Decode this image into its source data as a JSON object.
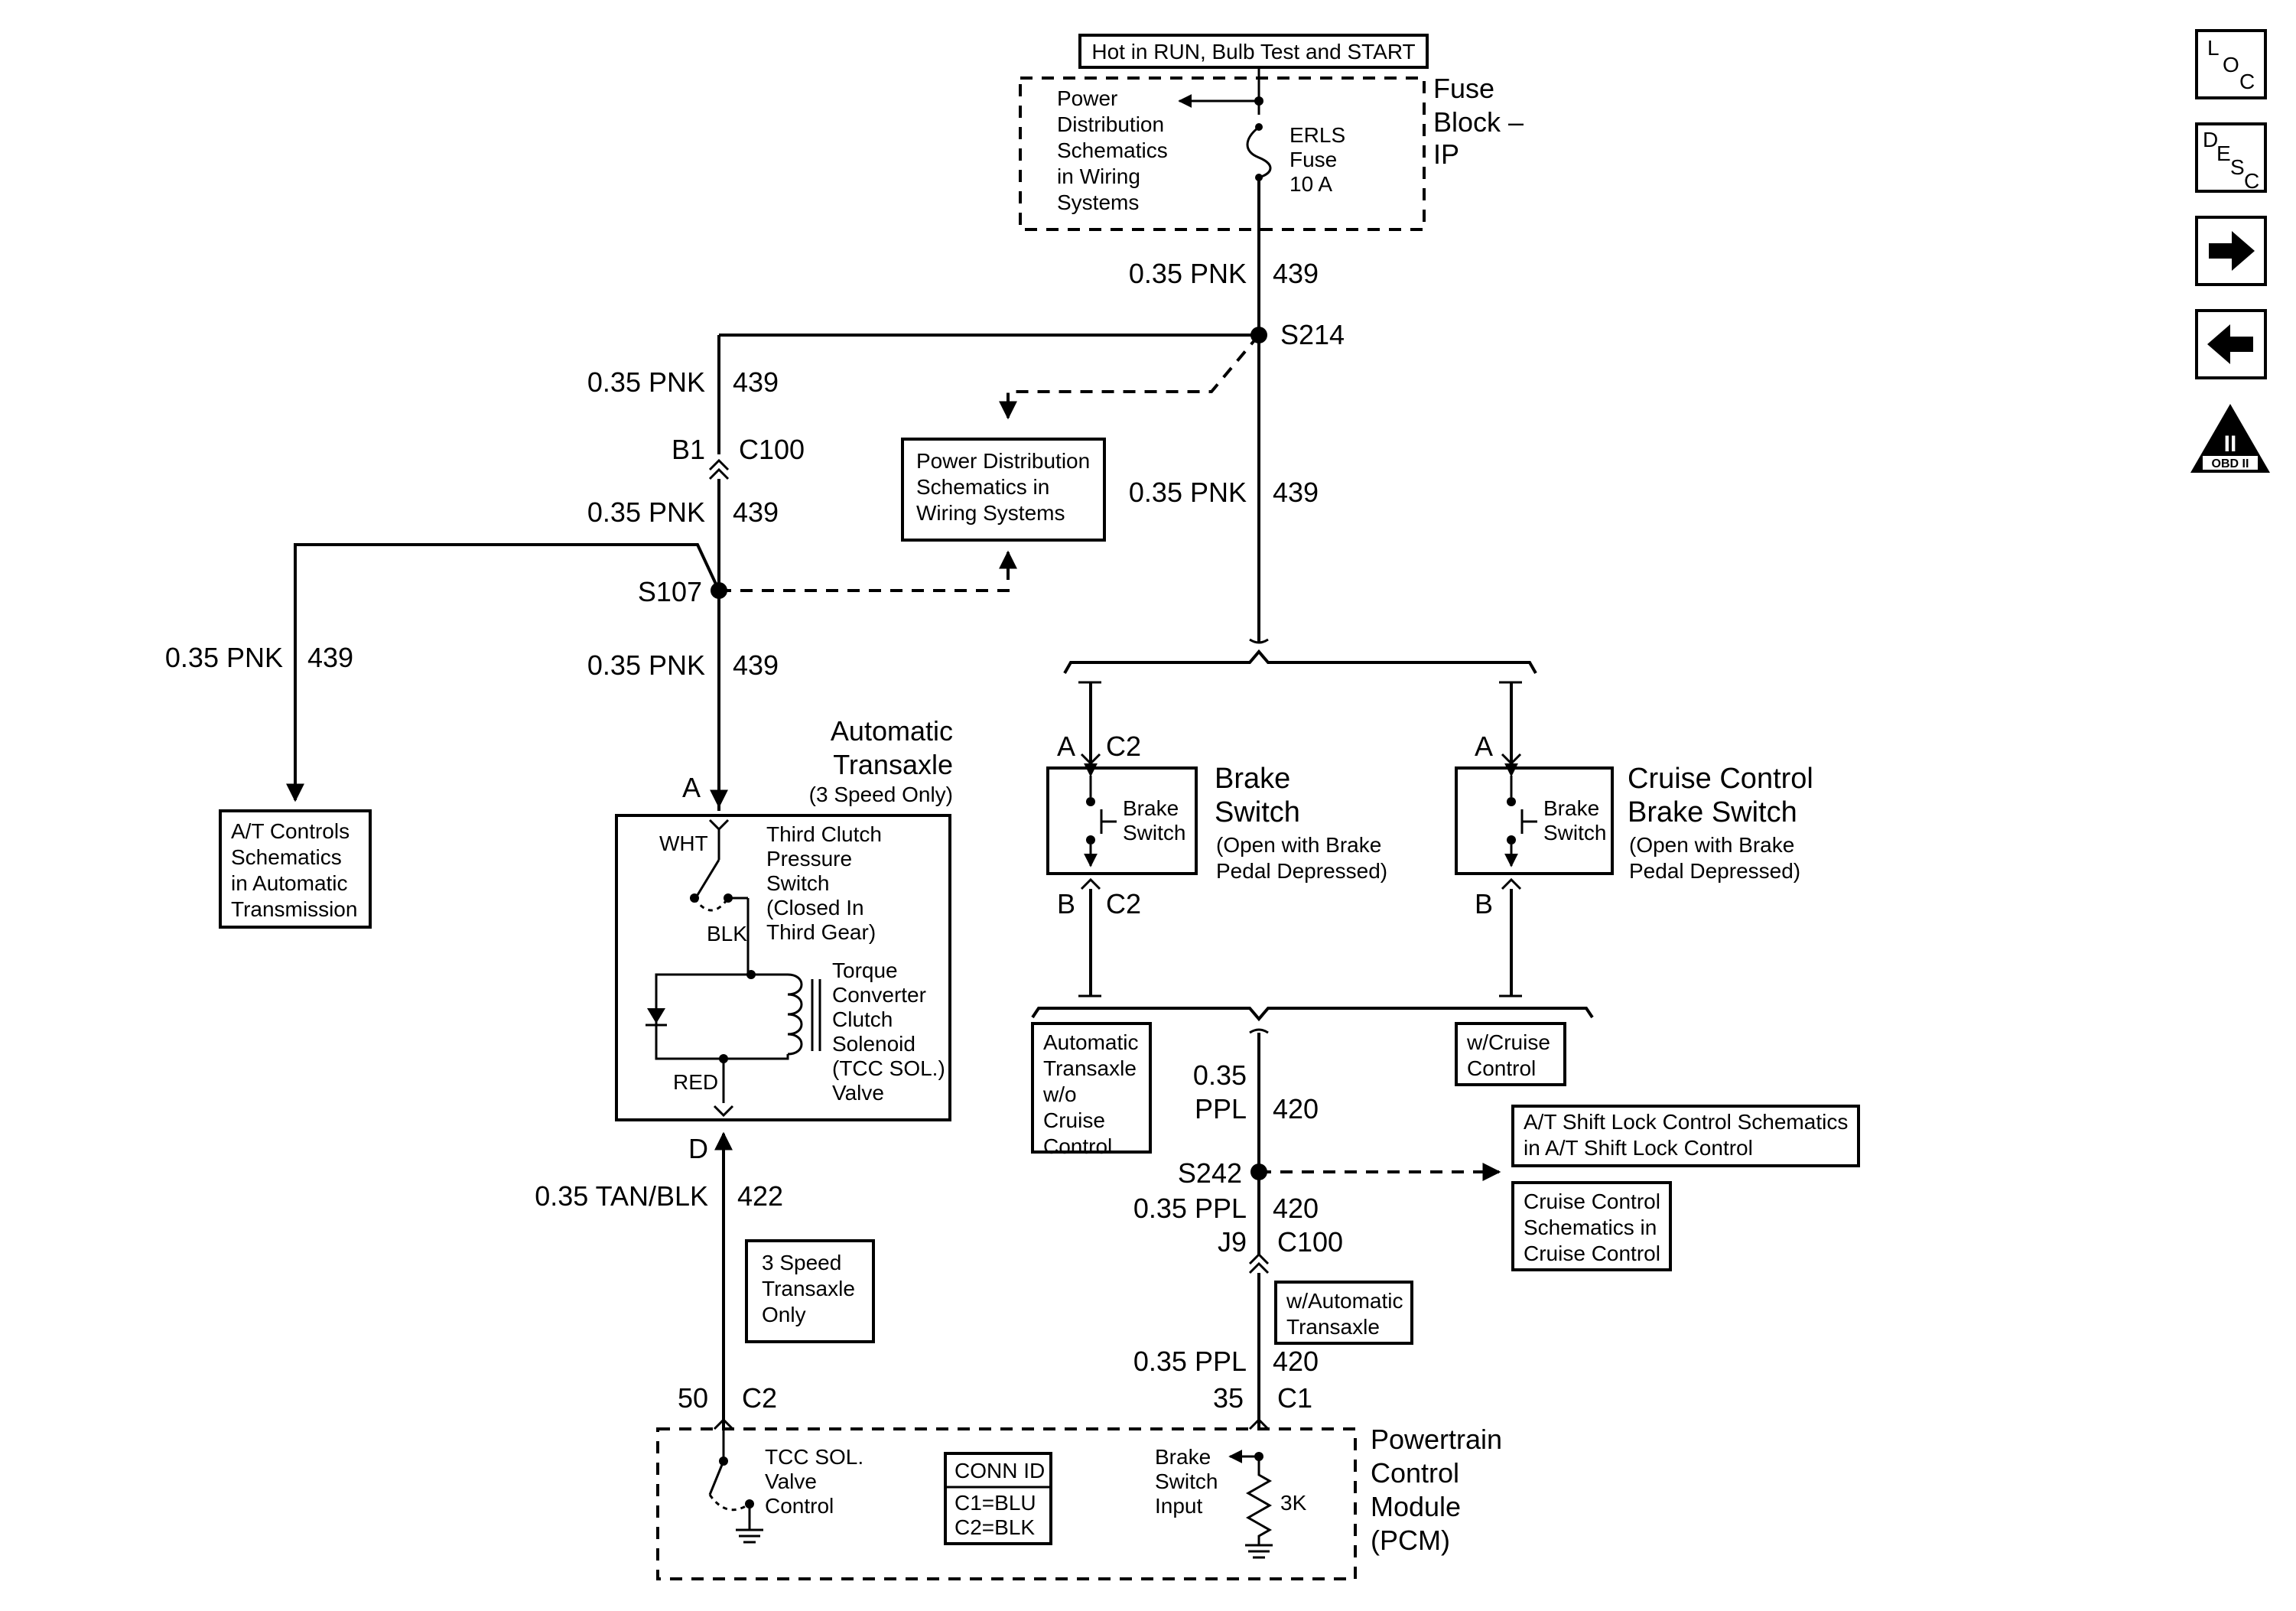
{
  "top_box": "Hot in RUN, Bulb Test and START",
  "fuse_block": {
    "title": [
      "Fuse",
      "Block –",
      "IP"
    ],
    "fuse": [
      "ERLS",
      "Fuse",
      "10 A"
    ],
    "ref": [
      "Power",
      "Distribution",
      "Schematics",
      "in Wiring",
      "Systems"
    ]
  },
  "wires": {
    "w1": [
      "0.35 PNK",
      "439"
    ],
    "w2": [
      "0.35 PNK",
      "439"
    ],
    "w3": [
      "0.35 PNK",
      "439"
    ],
    "w4": [
      "0.35 PNK",
      "439"
    ],
    "w5": [
      "0.35 PNK",
      "439"
    ],
    "w6": [
      "0.35 PNK",
      "439"
    ],
    "w7": [
      "0.35",
      "PPL",
      "420"
    ],
    "w8": [
      "0.35 PPL",
      "420"
    ],
    "w9": [
      "0.35 PPL",
      "420"
    ],
    "w10": [
      "0.35 TAN/BLK",
      "422"
    ]
  },
  "splices": {
    "s214": "S214",
    "s107": "S107",
    "s242": "S242"
  },
  "connectors": {
    "b1": "B1",
    "c100a": "C100",
    "j9": "J9",
    "c100b": "C100",
    "a_tr": "A",
    "d_tr": "D",
    "a_bs": "A",
    "c2_bs_top": "C2",
    "b_bs": "B",
    "c2_bs_bot": "C2",
    "a_cc": "A",
    "b_cc": "B",
    "p50": "50",
    "c2_pcm": "C2",
    "p35": "35",
    "c1_pcm": "C1"
  },
  "ref_boxes": {
    "pd_mid": [
      "Power Distribution",
      "Schematics in",
      "Wiring Systems"
    ],
    "at_controls": [
      "A/T Controls",
      "Schematics",
      "in Automatic",
      "Transmission"
    ],
    "at_wo_cruise": [
      "Automatic",
      "Transaxle",
      "w/o",
      "Cruise",
      "Control"
    ],
    "w_cruise": [
      "w/Cruise",
      "Control"
    ],
    "shift_lock": [
      "A/T Shift Lock Control Schematics",
      "in A/T Shift Lock Control"
    ],
    "cruise_sch": [
      "Cruise Control",
      "Schematics in",
      "Cruise Control"
    ],
    "w_auto": [
      "w/Automatic",
      "Transaxle"
    ],
    "three_speed": [
      "3 Speed",
      "Transaxle",
      "Only"
    ]
  },
  "transaxle": {
    "title": [
      "Automatic",
      "Transaxle"
    ],
    "subtitle": "(3 Speed Only)",
    "switch_label": [
      "Third Clutch",
      "Pressure",
      "Switch",
      "(Closed In",
      "Third Gear)"
    ],
    "wht": "WHT",
    "blk": "BLK",
    "red": "RED",
    "solenoid_label": [
      "Torque",
      "Converter",
      "Clutch",
      "Solenoid",
      "(TCC SOL.)",
      "Valve"
    ]
  },
  "brake_switch": {
    "title": [
      "Brake",
      "Switch"
    ],
    "inner": [
      "Brake",
      "Switch"
    ],
    "note": [
      "(Open with Brake",
      "Pedal Depressed)"
    ]
  },
  "cruise_switch": {
    "title": [
      "Cruise Control",
      "Brake Switch"
    ],
    "inner": [
      "Brake",
      "Switch"
    ],
    "note": [
      "(Open with Brake",
      "Pedal Depressed)"
    ]
  },
  "pcm": {
    "title": [
      "Powertrain",
      "Control",
      "Module",
      "(PCM)"
    ],
    "tcc": [
      "TCC SOL.",
      "Valve",
      "Control"
    ],
    "conn_id": [
      "CONN ID",
      "C1=BLU",
      "C2=BLK"
    ],
    "brake_input": [
      "Brake",
      "Switch",
      "Input"
    ],
    "resistor": "3K"
  },
  "nav": {
    "loc": [
      "L",
      "O",
      "C"
    ],
    "desc": [
      "D",
      "E",
      "S",
      "C"
    ],
    "obd": [
      "II",
      "OBD II"
    ]
  }
}
